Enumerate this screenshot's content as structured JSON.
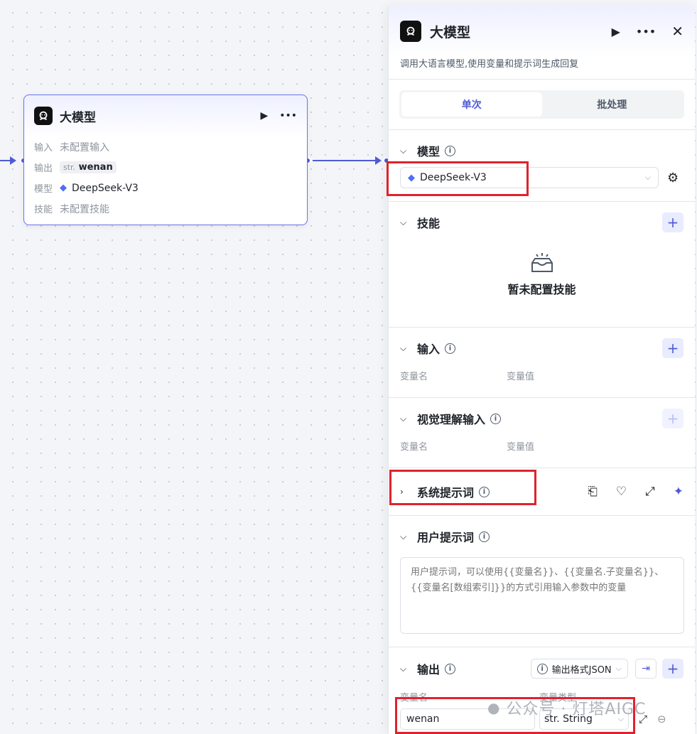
{
  "node": {
    "title": "大模型",
    "rows": [
      {
        "label": "输入",
        "value": "未配置输入"
      },
      {
        "label": "输出",
        "type_prefix": "str.",
        "value": "wenan"
      },
      {
        "label": "模型",
        "value": "DeepSeek-V3"
      },
      {
        "label": "技能",
        "value": "未配置技能"
      }
    ]
  },
  "panel": {
    "title": "大模型",
    "description": "调用大语言模型,使用变量和提示词生成回复",
    "tabs": [
      "单次",
      "批处理"
    ],
    "active_tab": "单次",
    "model_section": {
      "title": "模型",
      "selected": "DeepSeek-V3"
    },
    "skills_section": {
      "title": "技能",
      "empty_text": "暂未配置技能"
    },
    "input_section": {
      "title": "输入",
      "col_name": "变量名",
      "col_value": "变量值"
    },
    "vision_section": {
      "title": "视觉理解输入",
      "col_name": "变量名",
      "col_value": "变量值"
    },
    "system_prompt": {
      "title": "系统提示词"
    },
    "user_prompt": {
      "title": "用户提示词",
      "placeholder": "用户提示词，可以使用{{变量名}}、{{变量名.子变量名}}、{{变量名[数组索引]}}的方式引用输入参数中的变量"
    },
    "output_section": {
      "title": "输出",
      "format_label": "输出格式JSON",
      "col_name": "变量名",
      "col_type": "变量类型",
      "var_name": "wenan",
      "var_type": "str. String"
    }
  },
  "watermark": "公众号 · 灯塔AIGC",
  "colors": {
    "accent": "#4f5bd5",
    "highlight": "#e0222d"
  }
}
